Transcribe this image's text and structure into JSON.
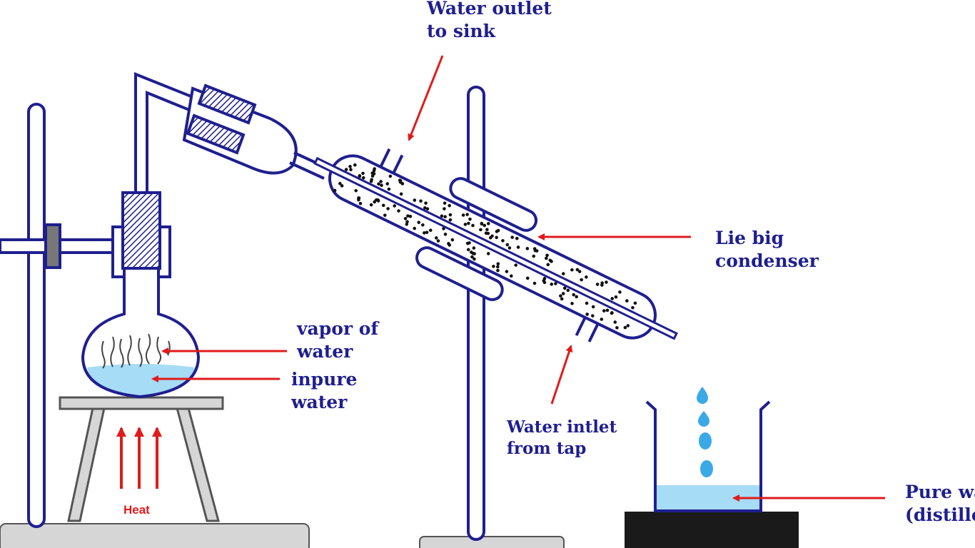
{
  "labels": {
    "water_outlet": [
      "Water outlet",
      "to sink"
    ],
    "condenser": [
      "Lie big",
      "condenser"
    ],
    "vapor": [
      "vapor of",
      "water"
    ],
    "impure_water": [
      "inpure",
      "water"
    ],
    "water_inlet": [
      "Water intlet",
      "from tap"
    ],
    "heat": "Heat",
    "pure_water": [
      "Pure water",
      "(distilled)"
    ]
  },
  "colors": {
    "outline": "#1f1f8f",
    "label_text": "#1f1f8f",
    "arrow": "#e01b1b",
    "water": "#a6dcf5",
    "droplet": "#3ba9e6",
    "stand_base": "#d6d6d6",
    "heater": "#1a1a1a",
    "stopper": "#3a3a99"
  }
}
